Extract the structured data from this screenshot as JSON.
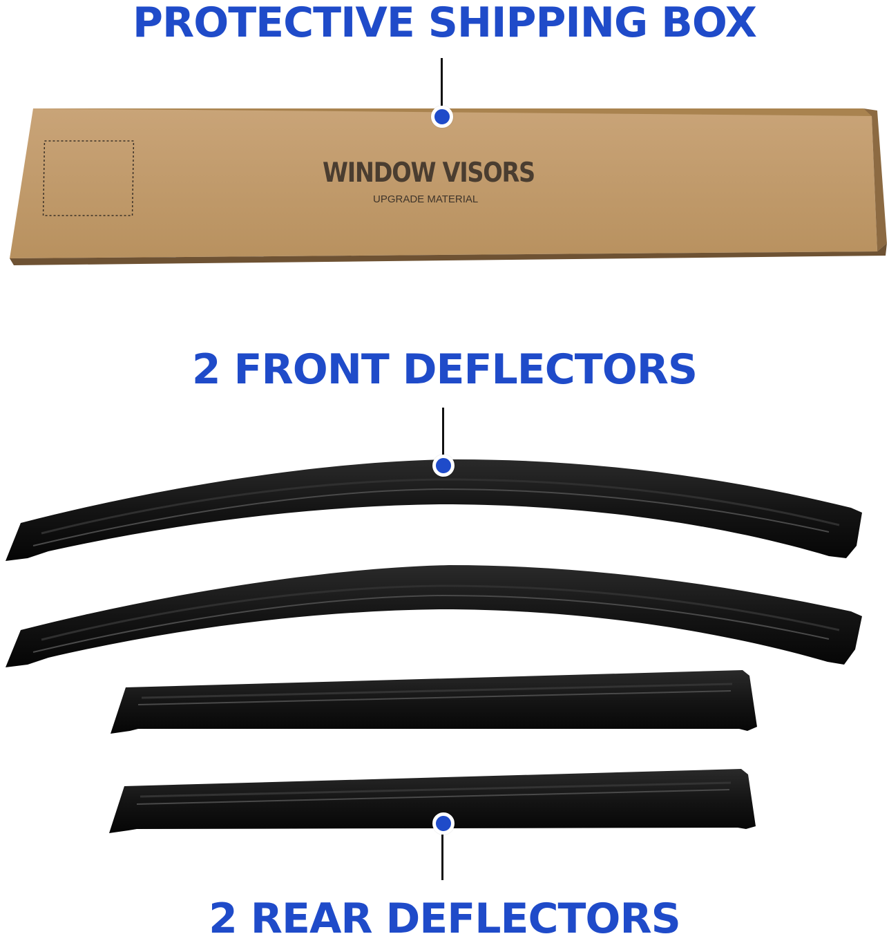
{
  "headings": {
    "box": "PROTECTIVE SHIPPING BOX",
    "front": "2 FRONT DEFLECTORS",
    "rear": "2 REAR DEFLECTORS"
  },
  "box": {
    "title": "WINDOW VISORS",
    "subtitle": "UPGRADE MATERIAL"
  },
  "colors": {
    "heading": "#1f4bc9",
    "box": "#c29a6c",
    "deflector": "#1a1a1a"
  }
}
